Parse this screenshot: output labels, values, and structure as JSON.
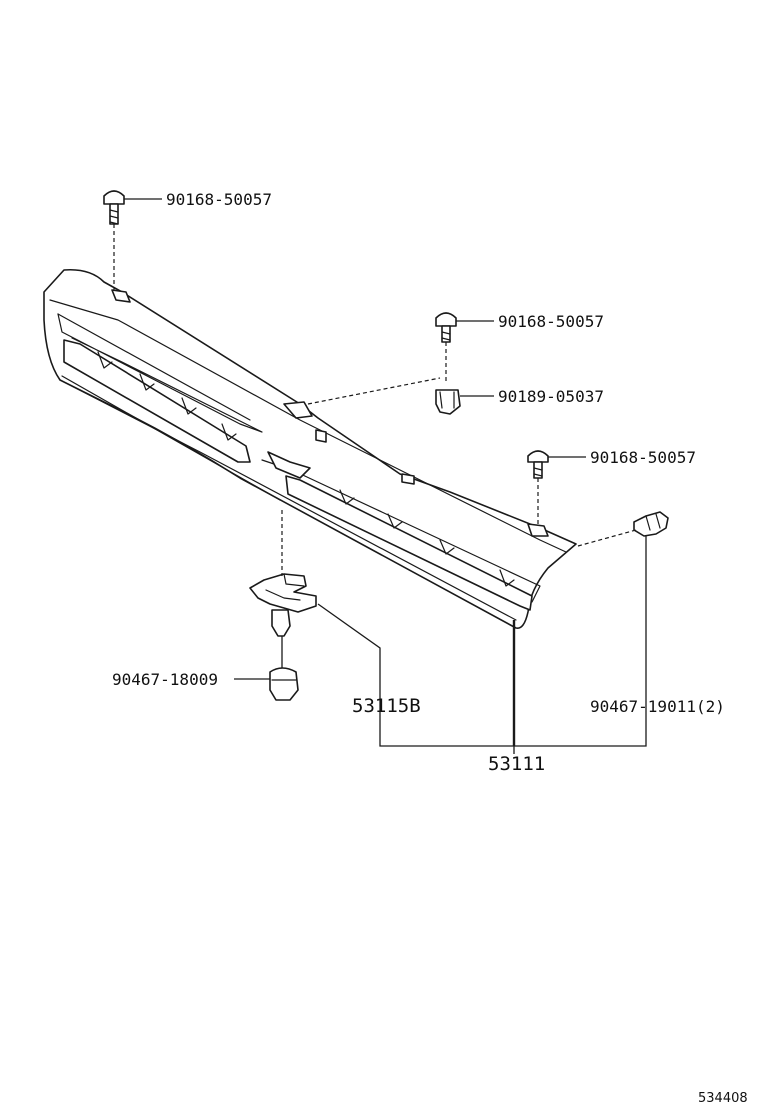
{
  "labels": {
    "bolt_top": "90168-50057",
    "bolt_mid": "90168-50057",
    "nut": "90189-05037",
    "bolt_right": "90168-50057",
    "bracket_clip": "90467-18009",
    "bracket": "53115B",
    "clip_right": "90467-19011(2)",
    "grille": "53111"
  },
  "diagram_id": "534408",
  "colors": {
    "line": "#1a1a1a",
    "background": "#ffffff"
  }
}
